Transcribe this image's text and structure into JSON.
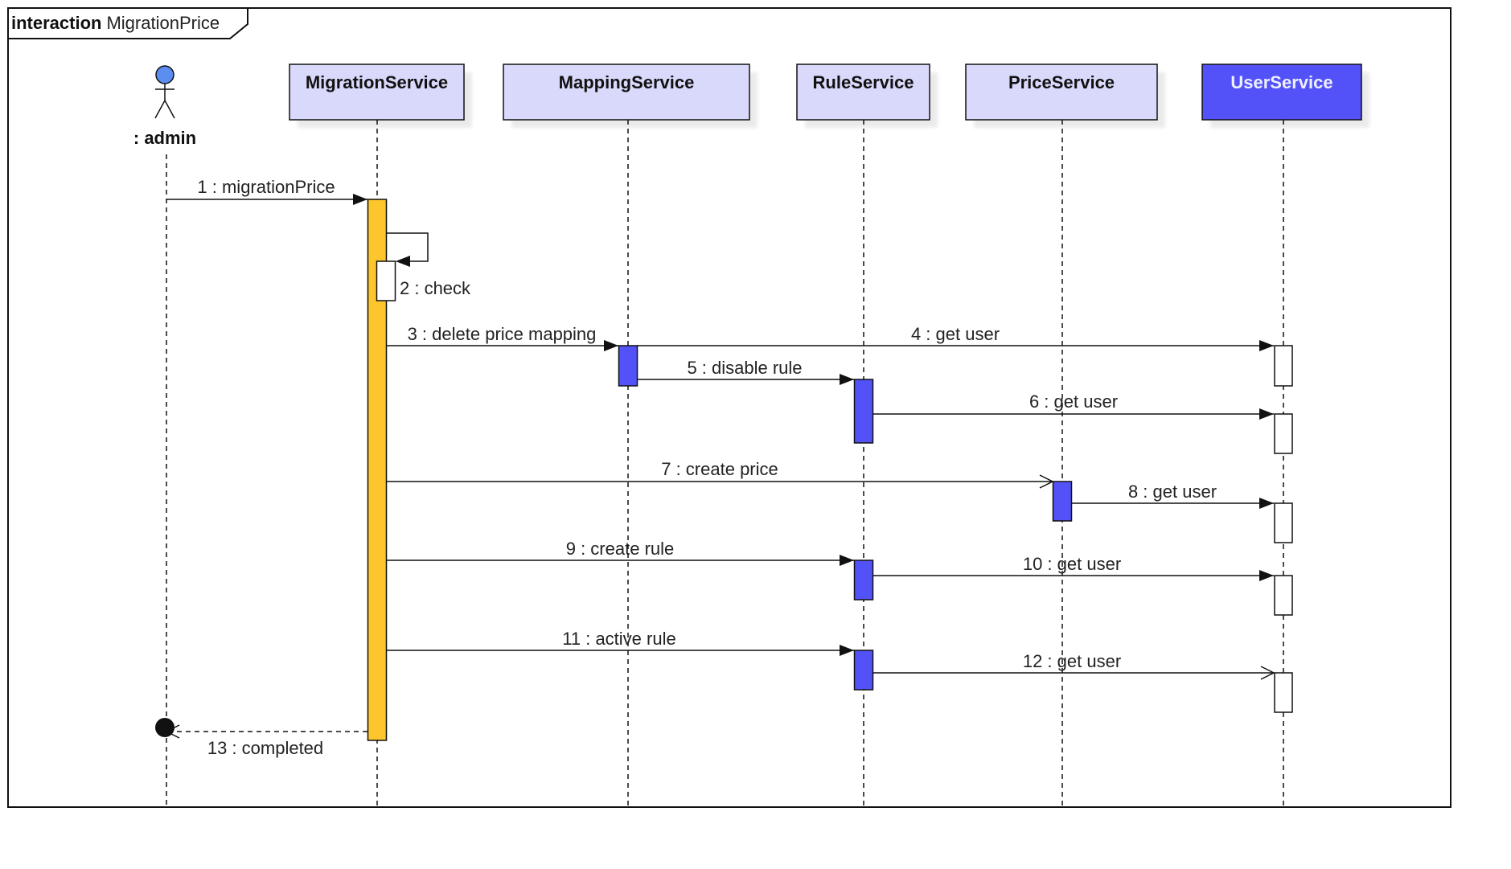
{
  "frame": {
    "keyword": "interaction",
    "name": "MigrationPrice"
  },
  "colors": {
    "participant_fill": "#d9d9fb",
    "participant_highlight_fill": "#5252f8",
    "participant_highlight_text": "#eef0ff",
    "actor_head": "#5b8ef0",
    "caller_activation": "#fcc62c",
    "service_activation": "#5252f8",
    "idle_activation": "#ffffff"
  },
  "actor": {
    "label": ": admin"
  },
  "participants": [
    {
      "id": "migration",
      "label": "MigrationService",
      "highlight": false
    },
    {
      "id": "mapping",
      "label": "MappingService",
      "highlight": false
    },
    {
      "id": "rule",
      "label": "RuleService",
      "highlight": false
    },
    {
      "id": "price",
      "label": "PriceService",
      "highlight": false
    },
    {
      "id": "user",
      "label": "UserService",
      "highlight": true
    }
  ],
  "messages": [
    {
      "label": "1 : migrationPrice",
      "from": "admin",
      "to": "migration",
      "kind": "sync"
    },
    {
      "label": "2 : check",
      "from": "migration",
      "to": "migration",
      "kind": "self"
    },
    {
      "label": "3 : delete price mapping",
      "from": "migration",
      "to": "mapping",
      "kind": "sync"
    },
    {
      "label": "4 : get user",
      "from": "mapping",
      "to": "user",
      "kind": "sync"
    },
    {
      "label": "5 : disable rule",
      "from": "mapping",
      "to": "rule",
      "kind": "sync"
    },
    {
      "label": "6 : get user",
      "from": "rule",
      "to": "user",
      "kind": "sync"
    },
    {
      "label": "7 : create price",
      "from": "migration",
      "to": "price",
      "kind": "async"
    },
    {
      "label": "8 : get user",
      "from": "price",
      "to": "user",
      "kind": "sync"
    },
    {
      "label": "9 : create rule",
      "from": "migration",
      "to": "rule",
      "kind": "sync"
    },
    {
      "label": "10 : get user",
      "from": "rule",
      "to": "user",
      "kind": "sync"
    },
    {
      "label": "11 : active rule",
      "from": "migration",
      "to": "rule",
      "kind": "sync"
    },
    {
      "label": "12 : get user",
      "from": "rule",
      "to": "user",
      "kind": "async"
    },
    {
      "label": "13 : completed",
      "from": "migration",
      "to": "admin",
      "kind": "return"
    }
  ]
}
